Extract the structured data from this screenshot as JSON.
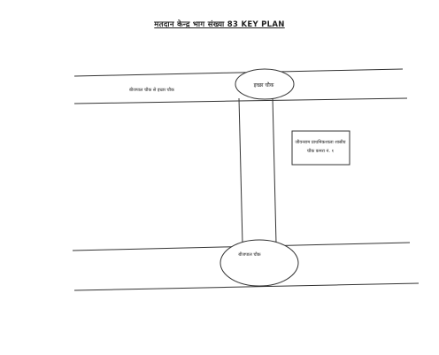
{
  "title": "मतदान केन्द्र भाग संख्या 83   KEY PLAN",
  "labels": {
    "top_chowk": "इच्छा चौक",
    "road_label": "बीजपाल चौक से इच्छा चौक",
    "polling_station_line1": "जीवनराम प्राथमिकशाला शासीय",
    "polling_station_line2": "चौक कमरा नं. १",
    "bottom_chowk": "बीजपाल चौक"
  }
}
